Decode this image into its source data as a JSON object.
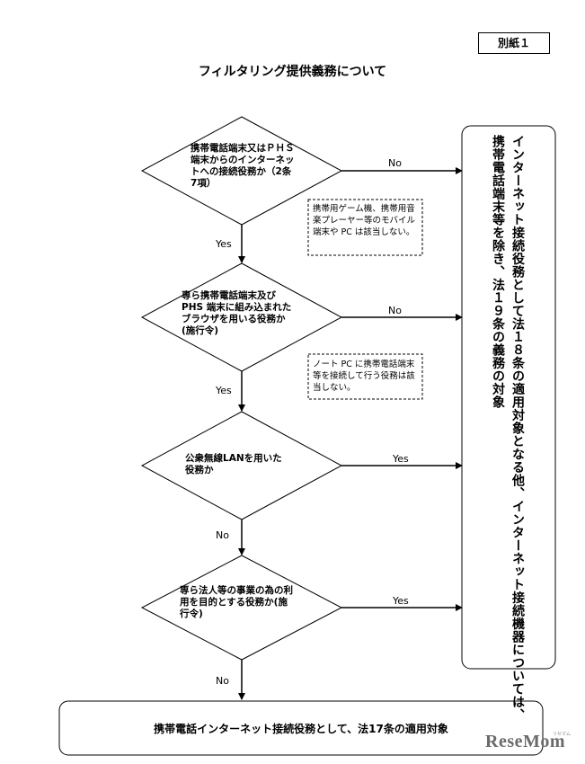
{
  "header": {
    "attachment_label": "別紙１",
    "title": "フィルタリング提供義務について"
  },
  "decisions": [
    {
      "text": "携帯電話端末又はＰＨＳ端末からのインターネットへの接続役務か（2条7項）",
      "yes": "Yes",
      "no": "No"
    },
    {
      "text": "専ら携帯電話端末及びPHS 端末に組み込まれたブラウザを用いる役務か(施行令)",
      "yes": "Yes",
      "no": "No"
    },
    {
      "text": "公衆無線LANを用いた役務か",
      "yes": "Yes",
      "no": "No"
    },
    {
      "text": "専ら法人等の事業の為の利用を目的とする役務か(施行令)",
      "yes": "Yes",
      "no": "No"
    }
  ],
  "notes": [
    "携帯用ゲーム機、携帯用音楽プレーヤー等のモバイル端末や PC は該当しない。",
    "ノート PC に携帯電話端末等を接続して行う役務は該当しない。"
  ],
  "right_box": {
    "line1": "インターネット接続役務として法１８条の適用対象となる他、インターネット接続機器については、",
    "line2": "携帯電話端末等を除き、法１９条の義務の対象"
  },
  "bottom_box": {
    "text": "携帯電話インターネット接続役務として、法17条の適用対象"
  },
  "watermark": {
    "text": "ReseMom",
    "sub": "リセマム"
  }
}
